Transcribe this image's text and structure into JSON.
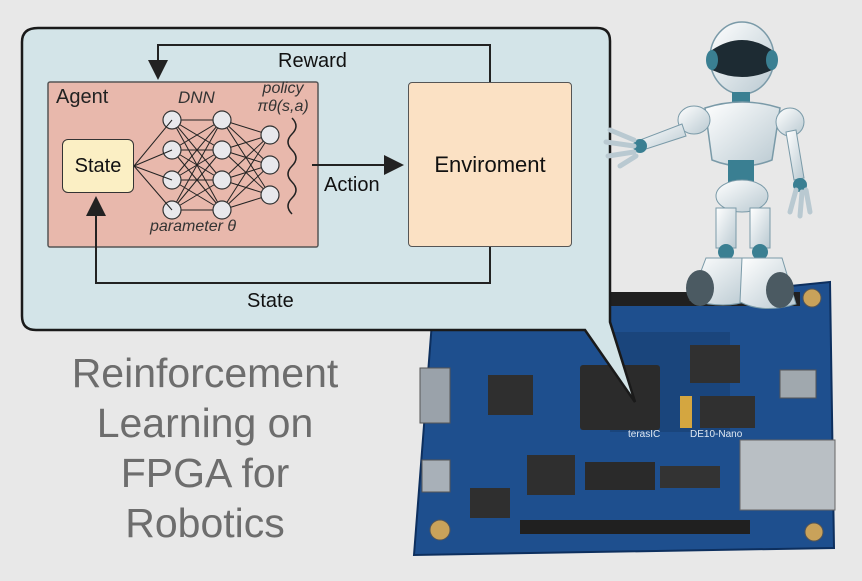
{
  "diagram": {
    "agent_label": "Agent",
    "dnn_label": "DNN",
    "policy_label_line1": "policy",
    "policy_label_line2": "πθ(s,a)",
    "parameter_label": "parameter θ",
    "state_box_label": "State",
    "environment_label": "Enviroment",
    "reward_label": "Reward",
    "action_label": "Action",
    "state_edge_label": "State"
  },
  "title": {
    "line1": "Reinforcement",
    "line2": "Learning on",
    "line3": "FPGA for",
    "line4": "Robotics"
  },
  "board": {
    "brand_text": "terasIC",
    "model_text": "DE10-Nano"
  },
  "colors": {
    "background": "#e8e8e8",
    "bubble_fill": "#d3e4e8",
    "agent_fill": "#e8b8ac",
    "state_fill": "#fbefc4",
    "environment_fill": "#fbe1c4",
    "neuron_fill": "#e8e8ec",
    "board_blue": "#1e4f8e",
    "robot_white": "#eef3f6",
    "robot_teal": "#3a7f92"
  }
}
